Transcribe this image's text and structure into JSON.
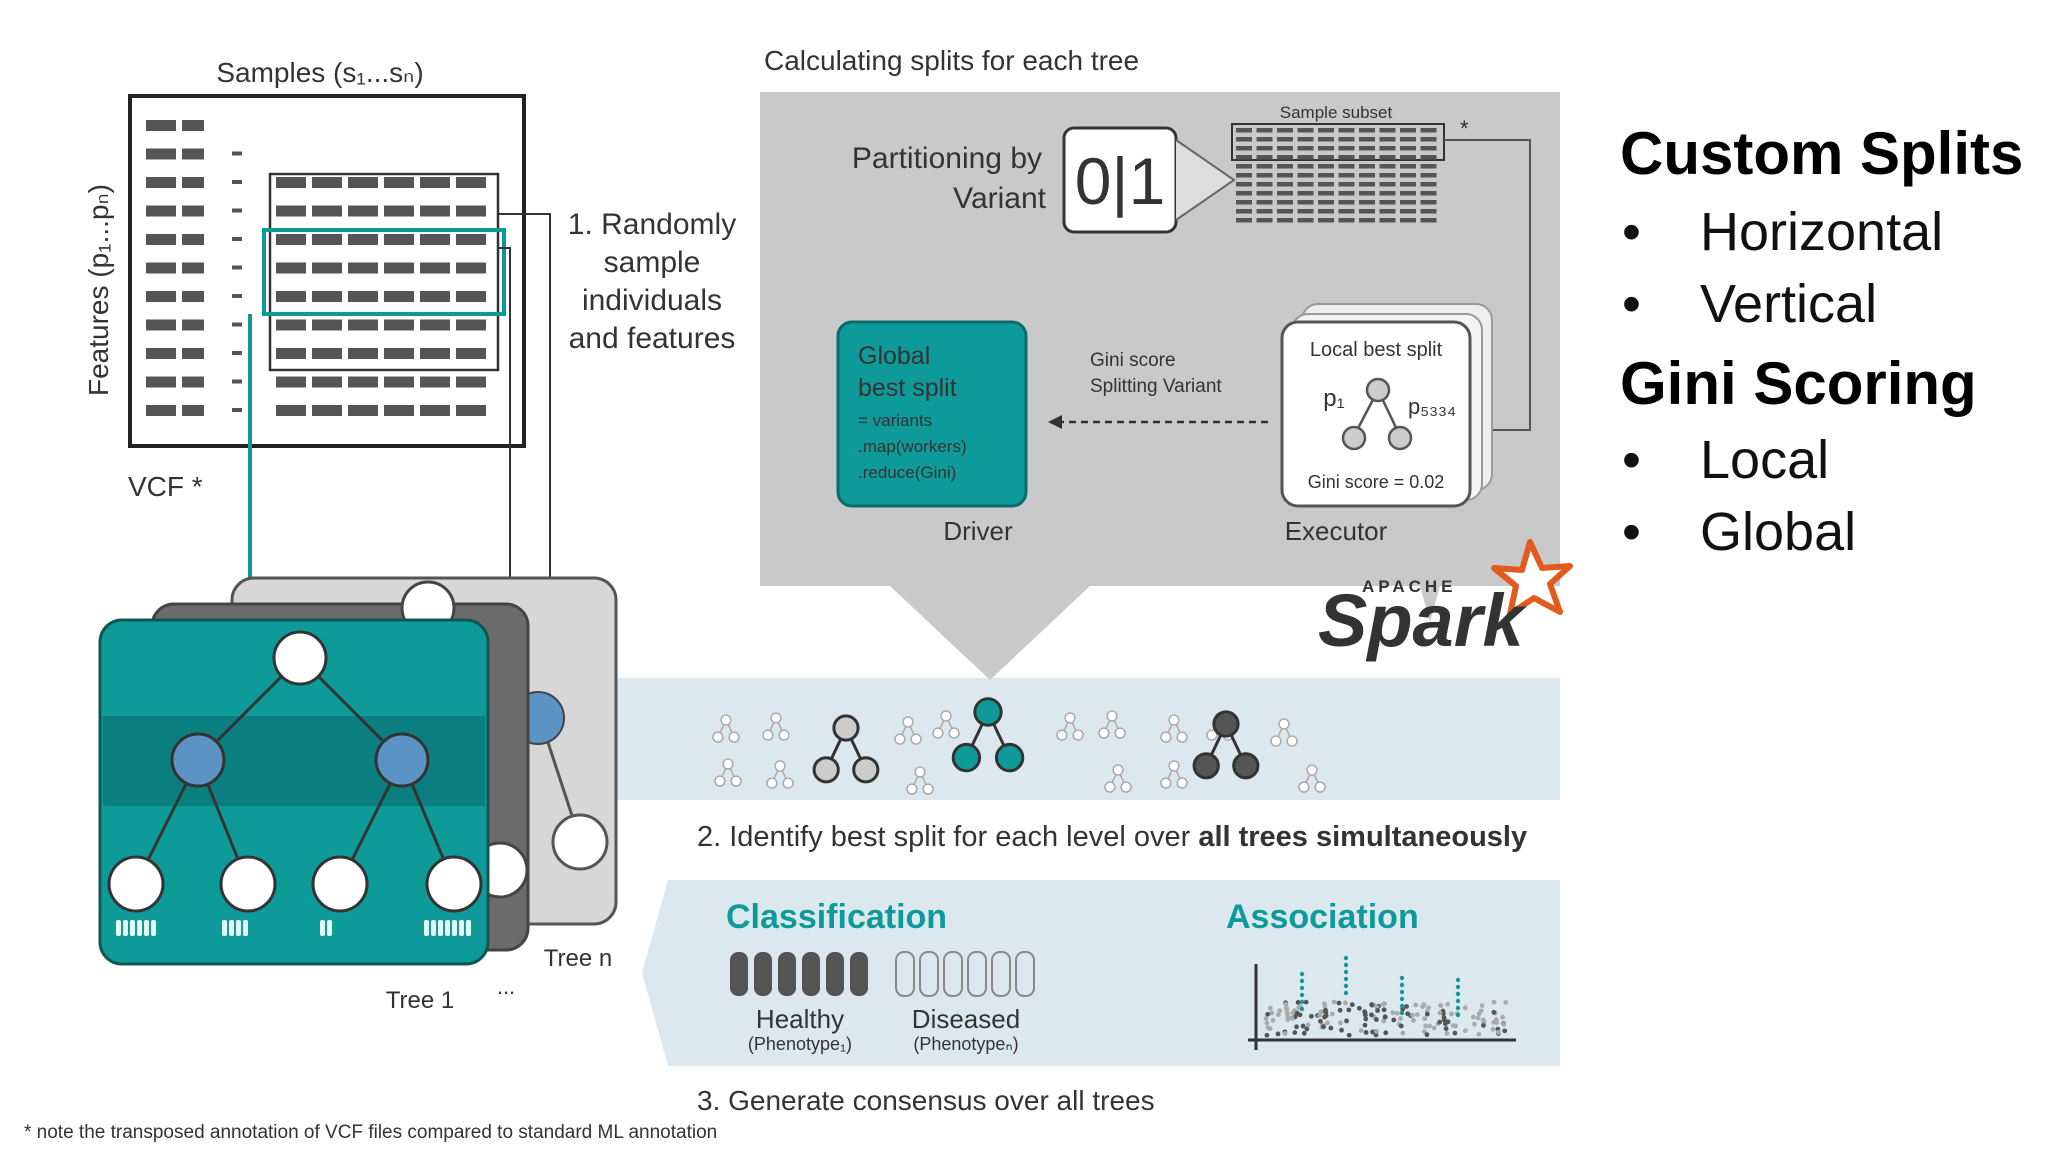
{
  "samples_label": "Samples (s₁...sₙ)",
  "features_label": "Features (p₁...pₙ)",
  "vcf_label": "VCF *",
  "step1": [
    "1. Randomly",
    "sample",
    "individuals",
    "and features"
  ],
  "calc_title": "Calculating splits for each tree",
  "partitioning": [
    "Partitioning by",
    "Variant"
  ],
  "zero_one": "0|1",
  "sample_subset": "Sample subset",
  "asterisk": "*",
  "global_split": [
    "Global",
    "best split"
  ],
  "global_code": [
    "= variants",
    ".map(workers)",
    ".reduce(Gini)"
  ],
  "gini_arrow": [
    "Gini score",
    "Splitting Variant"
  ],
  "local_split": "Local best split",
  "p1_label": "p₁",
  "p5334_label": "p₅₃₃₄",
  "gini_value": "Gini score = 0.02",
  "driver": "Driver",
  "executor": "Executor",
  "spark_apache": "APACHE",
  "spark_text": "Spark",
  "tree1": "Tree 1",
  "treen": "Tree n",
  "dots": "...",
  "step2_normal": "2. Identify best split for each level over ",
  "step2_bold": "all trees simultaneously",
  "classification": "Classification",
  "association": "Association",
  "healthy": "Healthy",
  "healthy_sub": "(Phenotype₁)",
  "diseased": "Diseased",
  "diseased_sub": "(Phenotypeₙ)",
  "step3": "3. Generate consensus over all trees",
  "footnote": "* note the transposed annotation of VCF files compared to standard ML annotation",
  "right_panel": {
    "heading1": "Custom Splits",
    "items1": [
      "Horizontal",
      "Vertical"
    ],
    "heading2": "Gini Scoring",
    "items2": [
      "Local",
      "Global"
    ]
  },
  "colors": {
    "teal": "#0f9a9a",
    "teal_dark": "#0b7f80",
    "blue_node": "#5b93c4",
    "gray_panel": "#c9c9c9",
    "light_blue": "#dbe9ef"
  }
}
